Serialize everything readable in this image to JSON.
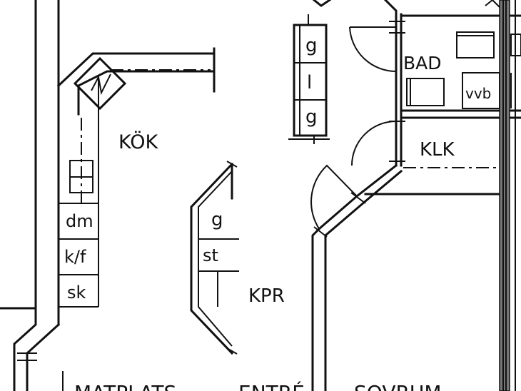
{
  "rooms": {
    "kok": "KÖK",
    "bad": "BAD",
    "klk": "KLK",
    "kpr": "KPR",
    "matplats": "MATPLATS",
    "entre": "ENTRÉ",
    "sovrum": "SOVRUM"
  },
  "wardrobe_top": {
    "top": "g",
    "middle": "l",
    "bottom": "g"
  },
  "wardrobe_kpr": {
    "top": "g",
    "bottom": "st"
  },
  "kitchen_units": {
    "dm": "dm",
    "kf": "k/f",
    "sk": "sk"
  },
  "bathroom": {
    "vvb": "vvb"
  },
  "colors": {
    "line": "#111111",
    "background": "#ffffff",
    "hatch": "#777777"
  }
}
